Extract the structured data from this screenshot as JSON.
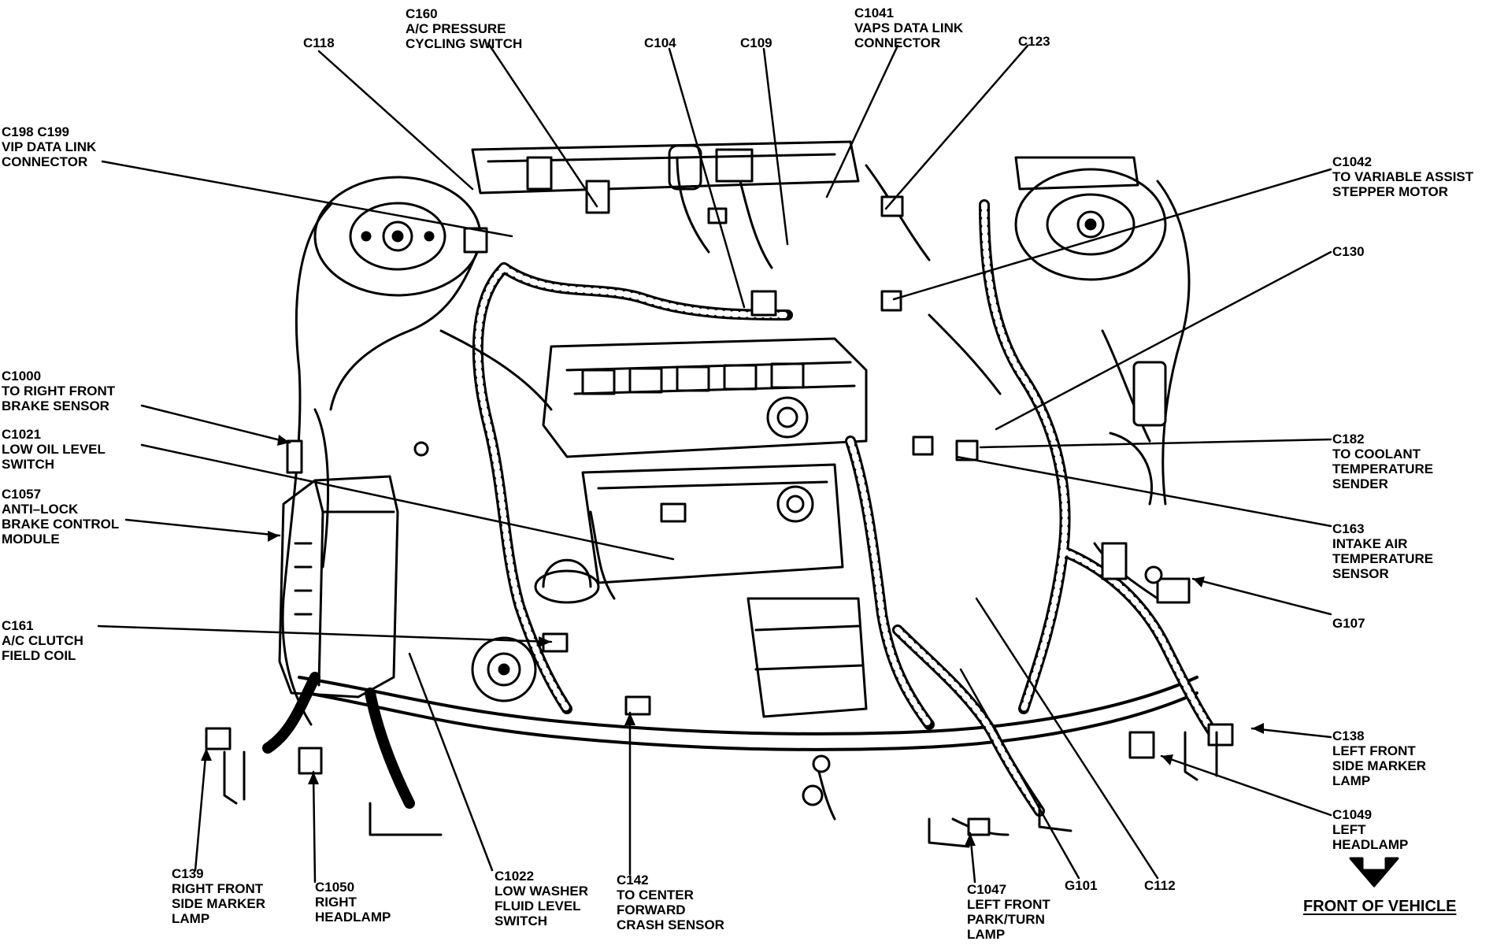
{
  "labels": {
    "c160": {
      "code": "C160",
      "lines": [
        "A/C PRESSURE",
        "CYCLING SWITCH"
      ]
    },
    "c118": {
      "code": "C118",
      "lines": []
    },
    "c104": {
      "code": "C104",
      "lines": []
    },
    "c109": {
      "code": "C109",
      "lines": []
    },
    "c1041": {
      "code": "C1041",
      "lines": [
        "VAPS DATA LINK",
        "CONNECTOR"
      ]
    },
    "c123": {
      "code": "C123",
      "lines": []
    },
    "c198": {
      "code": "C198 C199",
      "lines": [
        "VIP DATA LINK",
        "CONNECTOR"
      ]
    },
    "c1042": {
      "code": "C1042",
      "lines": [
        "TO VARIABLE ASSIST",
        "STEPPER MOTOR"
      ]
    },
    "c130": {
      "code": "C130",
      "lines": []
    },
    "c1000": {
      "code": "C1000",
      "lines": [
        "TO RIGHT FRONT",
        "BRAKE SENSOR"
      ]
    },
    "c1021": {
      "code": "C1021",
      "lines": [
        "LOW OIL LEVEL",
        "SWITCH"
      ]
    },
    "c182": {
      "code": "C182",
      "lines": [
        "TO COOLANT",
        "TEMPERATURE",
        "SENDER"
      ]
    },
    "c1057": {
      "code": "C1057",
      "lines": [
        "ANTI–LOCK",
        "BRAKE CONTROL",
        "MODULE"
      ]
    },
    "c163": {
      "code": "C163",
      "lines": [
        "INTAKE AIR",
        "TEMPERATURE",
        "SENSOR"
      ]
    },
    "g107": {
      "code": "G107",
      "lines": []
    },
    "c161": {
      "code": "C161",
      "lines": [
        "A/C CLUTCH",
        "FIELD COIL"
      ]
    },
    "c138": {
      "code": "C138",
      "lines": [
        "LEFT FRONT",
        "SIDE MARKER",
        "LAMP"
      ]
    },
    "c1049": {
      "code": "C1049",
      "lines": [
        "LEFT",
        "HEADLAMP"
      ]
    },
    "c139": {
      "code": "C139",
      "lines": [
        "RIGHT FRONT",
        "SIDE MARKER",
        "LAMP"
      ]
    },
    "c1050": {
      "code": "C1050",
      "lines": [
        "RIGHT",
        "HEADLAMP"
      ]
    },
    "c1022": {
      "code": "C1022",
      "lines": [
        "LOW WASHER",
        "FLUID LEVEL",
        "SWITCH"
      ]
    },
    "c142": {
      "code": "C142",
      "lines": [
        "TO CENTER",
        "FORWARD",
        "CRASH SENSOR"
      ]
    },
    "c1047": {
      "code": "C1047",
      "lines": [
        "LEFT FRONT",
        "PARK/TURN",
        "LAMP"
      ]
    },
    "g101": {
      "code": "G101",
      "lines": []
    },
    "c112": {
      "code": "C112",
      "lines": []
    }
  },
  "front_of_vehicle": "FRONT OF VEHICLE",
  "colors": {
    "ink": "#000000",
    "paper": "#ffffff"
  }
}
